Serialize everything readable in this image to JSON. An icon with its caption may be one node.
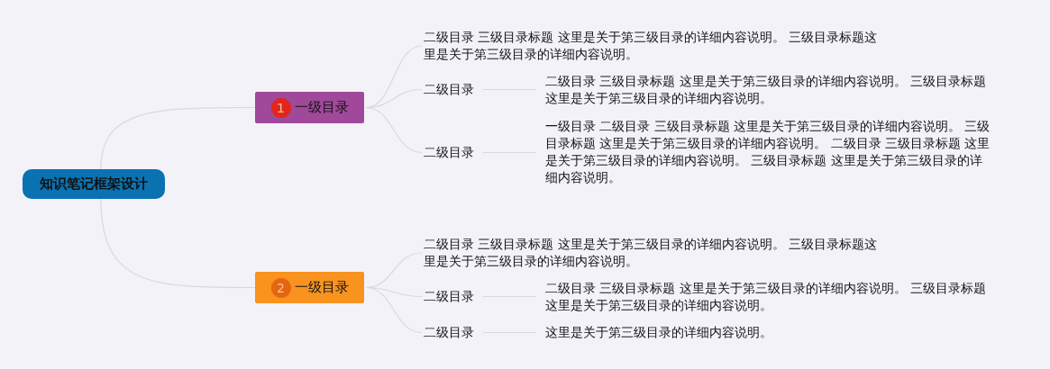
{
  "diagram": {
    "nodes": [
      {
        "text": [
          "知识笔记框架设计"
        ]
      },
      {
        "text": [
          "1",
          "一级目录"
        ]
      },
      {
        "text": [
          "二级目录 三级目录标题 这里是关于第三级目录的详细内容说明。 三级目录标题这里是关于第三级目录的详细内容说明。"
        ]
      },
      {
        "text": [
          "二级目录"
        ]
      },
      {
        "text": [
          "二级目录 三级目录标题 这里是关于第三级目录的详细内容说明。 三级目录标题这里是关于第三级目录的详细内容说明。"
        ]
      },
      {
        "text": [
          "二级目录"
        ]
      },
      {
        "text": [
          "一级目录 二级目录 三级目录标题 这里是关于第三级目录的详细内容说明。 三级目录标题 这里是关于第三级目录的详细内容说明。 二级目录 三级目录标题 这里是关于第三级目录的详细内容说明。 三级目录标题 这里是关于第三级目录的详细内容说明。"
        ]
      },
      {
        "text": [
          "2",
          "一级目录"
        ]
      },
      {
        "text": [
          "二级目录 三级目录标题 这里是关于第三级目录的详细内容说明。 三级目录标题这里是关于第三级目录的详细内容说明。"
        ]
      },
      {
        "text": [
          "二级目录"
        ]
      },
      {
        "text": [
          "二级目录 三级目录标题 这里是关于第三级目录的详细内容说明。 三级目录标题这里是关于第三级目录的详细内容说明。"
        ]
      },
      {
        "text": [
          "二级目录"
        ]
      },
      {
        "text": [
          "这里是关于第三级目录的详细内容说明。"
        ]
      }
    ],
    "edges": [
      {
        "from": 0,
        "to": 1,
        "arrow": "none"
      },
      {
        "from": 0,
        "to": 7,
        "arrow": "none"
      },
      {
        "from": 1,
        "to": 2,
        "arrow": "none"
      },
      {
        "from": 1,
        "to": 3,
        "arrow": "none"
      },
      {
        "from": 1,
        "to": 5,
        "arrow": "none"
      },
      {
        "from": 3,
        "to": 4,
        "arrow": "none"
      },
      {
        "from": 5,
        "to": 6,
        "arrow": "none"
      },
      {
        "from": 7,
        "to": 8,
        "arrow": "none"
      },
      {
        "from": 7,
        "to": 9,
        "arrow": "none"
      },
      {
        "from": 7,
        "to": 11,
        "arrow": "none"
      },
      {
        "from": 9,
        "to": 10,
        "arrow": "none"
      },
      {
        "from": 11,
        "to": 12,
        "arrow": "none"
      }
    ]
  }
}
